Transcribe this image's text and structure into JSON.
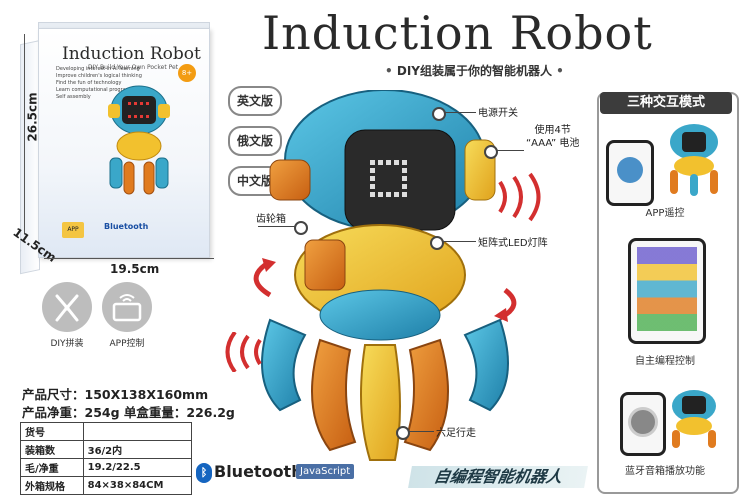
{
  "title": "Induction Robot",
  "subtitle": "DIY组装属于你的智能机器人",
  "box": {
    "title": "Induction Robot",
    "subtitle": "DIY Build Your Own Pocket Pet",
    "age_badge": "8+",
    "bullets": [
      "Developing interest in AI learning",
      "Improve children's logical thinking",
      "Find the fun of technology",
      "Learn computational programming",
      "Self assembly"
    ],
    "bluetooth": "Bluetooth",
    "app": "APP",
    "dims": {
      "height": "26.5cm",
      "depth": "11.5cm",
      "width": "19.5cm"
    }
  },
  "features": [
    {
      "label": "DIY拼装",
      "icon": "pliers-icon"
    },
    {
      "label": "APP控制",
      "icon": "tablet-wifi-icon"
    }
  ],
  "languages": [
    "英文版",
    "俄文版",
    "中文版"
  ],
  "callouts": {
    "power": "电源开关",
    "battery": "使用4节\n“AAA” 电池",
    "gearbox": "齿轮箱",
    "led": "矩阵式LED灯阵",
    "walk": "六足行走"
  },
  "specs": {
    "size": "产品尺寸：150X138X160mm",
    "weight": "产品净重：254g  单盒重量：226.2g",
    "table": [
      [
        "货号",
        ""
      ],
      [
        "装箱数",
        "36/2内"
      ],
      [
        "毛/净重",
        "19.2/22.5"
      ],
      [
        "外箱规格",
        "84×38×84CM"
      ]
    ]
  },
  "logos": {
    "bluetooth": "Bluetooth",
    "javascript": "JavaScript"
  },
  "banner": "自编程智能机器人",
  "modes": {
    "heading": "三种交互模式",
    "items": [
      "APP遥控",
      "自主编程控制",
      "蓝牙音箱播放功能"
    ]
  },
  "colors": {
    "accent_red": "#d32f2f",
    "robot_blue": "#1e88b8",
    "robot_yellow": "#f2c12e",
    "robot_orange": "#e07b1f"
  }
}
